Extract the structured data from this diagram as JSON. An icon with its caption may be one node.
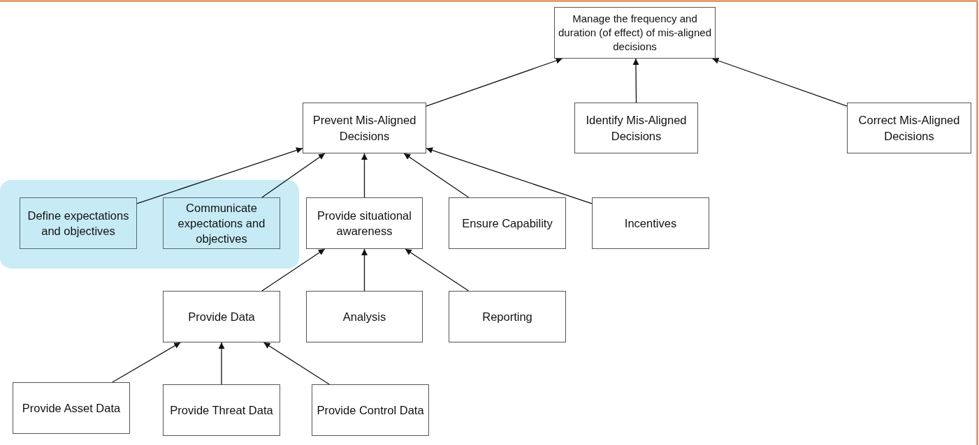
{
  "diagram": {
    "nodes": [
      {
        "text": [
          "Manage the frequency and duration (of effect) of mis-aligned decisions"
        ]
      },
      {
        "text": [
          "Prevent Mis-Aligned Decisions"
        ]
      },
      {
        "text": [
          "Identify Mis-Aligned Decisions"
        ]
      },
      {
        "text": [
          "Correct Mis-Aligned Decisions"
        ]
      },
      {
        "text": [],
        "shape": "box"
      },
      {
        "text": [
          "Define expectations and objectives"
        ],
        "in": 4
      },
      {
        "text": [
          "Communicate expectations and objectives"
        ],
        "in": 4
      },
      {
        "text": [
          "Provide situational awareness"
        ]
      },
      {
        "text": [
          "Ensure Capability"
        ]
      },
      {
        "text": [
          "Incentives"
        ]
      },
      {
        "text": [
          "Provide Data"
        ]
      },
      {
        "text": [
          "Analysis"
        ]
      },
      {
        "text": [
          "Reporting"
        ]
      },
      {
        "text": [
          "Provide Asset Data"
        ]
      },
      {
        "text": [
          "Provide Threat Data"
        ]
      },
      {
        "text": [
          "Provide Control Data"
        ]
      }
    ],
    "edges": [
      {
        "from": 1,
        "to": 0,
        "arrow": "to"
      },
      {
        "from": 2,
        "to": 0,
        "arrow": "to"
      },
      {
        "from": 3,
        "to": 0,
        "arrow": "to"
      },
      {
        "from": 5,
        "to": 1,
        "arrow": "to"
      },
      {
        "from": 6,
        "to": 1,
        "arrow": "to"
      },
      {
        "from": 7,
        "to": 1,
        "arrow": "to"
      },
      {
        "from": 8,
        "to": 1,
        "arrow": "to"
      },
      {
        "from": 9,
        "to": 1,
        "arrow": "to"
      },
      {
        "from": 10,
        "to": 7,
        "arrow": "to"
      },
      {
        "from": 11,
        "to": 7,
        "arrow": "to"
      },
      {
        "from": 12,
        "to": 7,
        "arrow": "to"
      },
      {
        "from": 13,
        "to": 10,
        "arrow": "to"
      },
      {
        "from": 14,
        "to": 10,
        "arrow": "to"
      },
      {
        "from": 15,
        "to": 10,
        "arrow": "to"
      }
    ]
  }
}
